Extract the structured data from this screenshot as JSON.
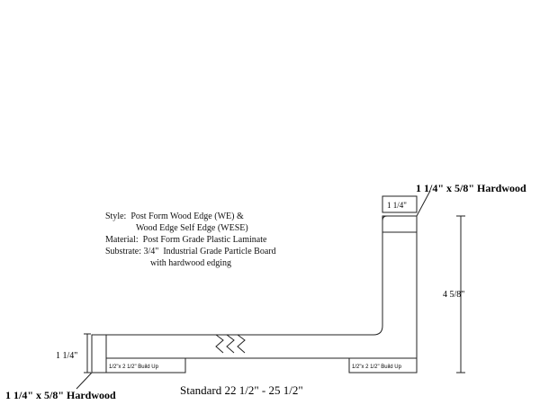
{
  "specs": {
    "line1": "Style:  Post Form Wood Edge (WE) &",
    "line2": "Wood Edge Self Edge (WESE)",
    "line3": "Material:  Post Form Grade Plastic Laminate",
    "line4": "Substrate: 3/4\"  Industrial Grade Particle Board",
    "line5": "with hardwood edging"
  },
  "labels": {
    "top_hardwood": "1 1/4\" x 5/8\" Hardwood",
    "bottom_hardwood": "1 1/4\" x 5/8\" Hardwood",
    "top_width": "1 1/4\"",
    "left_height": "1 1/4\"",
    "right_height": "4 5/8\"",
    "buildup_left": "1/2\"x 2 1/2\" Build Up",
    "buildup_right": "1/2\"x 2 1/2\" Build Up",
    "standard": "Standard 22 1/2\" - 25 1/2\""
  }
}
